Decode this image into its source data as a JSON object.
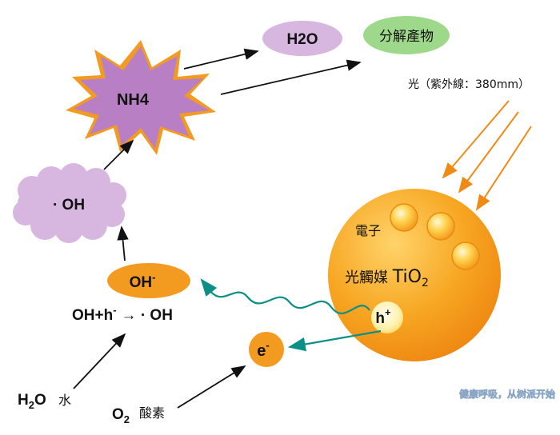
{
  "nodes": {
    "nh4": "NH4",
    "h2o_top": "H2O",
    "products": "分解產物",
    "oh_radical": "· OH",
    "oh_minus_base": "OH",
    "oh_minus_sup": "-",
    "reaction_a": "OH+h",
    "reaction_sup": "-",
    "reaction_b": "→ · OH",
    "water_base": "H",
    "water_sub": "2",
    "water_tail": "O",
    "water_cn": "水",
    "oxygen_base": "O",
    "oxygen_sub": "2",
    "oxygen_cn": "酸素",
    "electron_base": "e",
    "electron_sup": "-",
    "hole_base": "h",
    "hole_sup": "+",
    "light": "光（紫外線：380mm）",
    "electron_label": "電子",
    "catalyst_cn": "光觸媒 ",
    "catalyst_formula": "TiO",
    "catalyst_sub": "2"
  },
  "watermark": "健康呼吸，从树派开始",
  "colors": {
    "purple": "#b87fc5",
    "lavender": "#d7b6df",
    "green": "#9ed88a",
    "orange": "#f39a21",
    "teal": "#0b8f86"
  }
}
